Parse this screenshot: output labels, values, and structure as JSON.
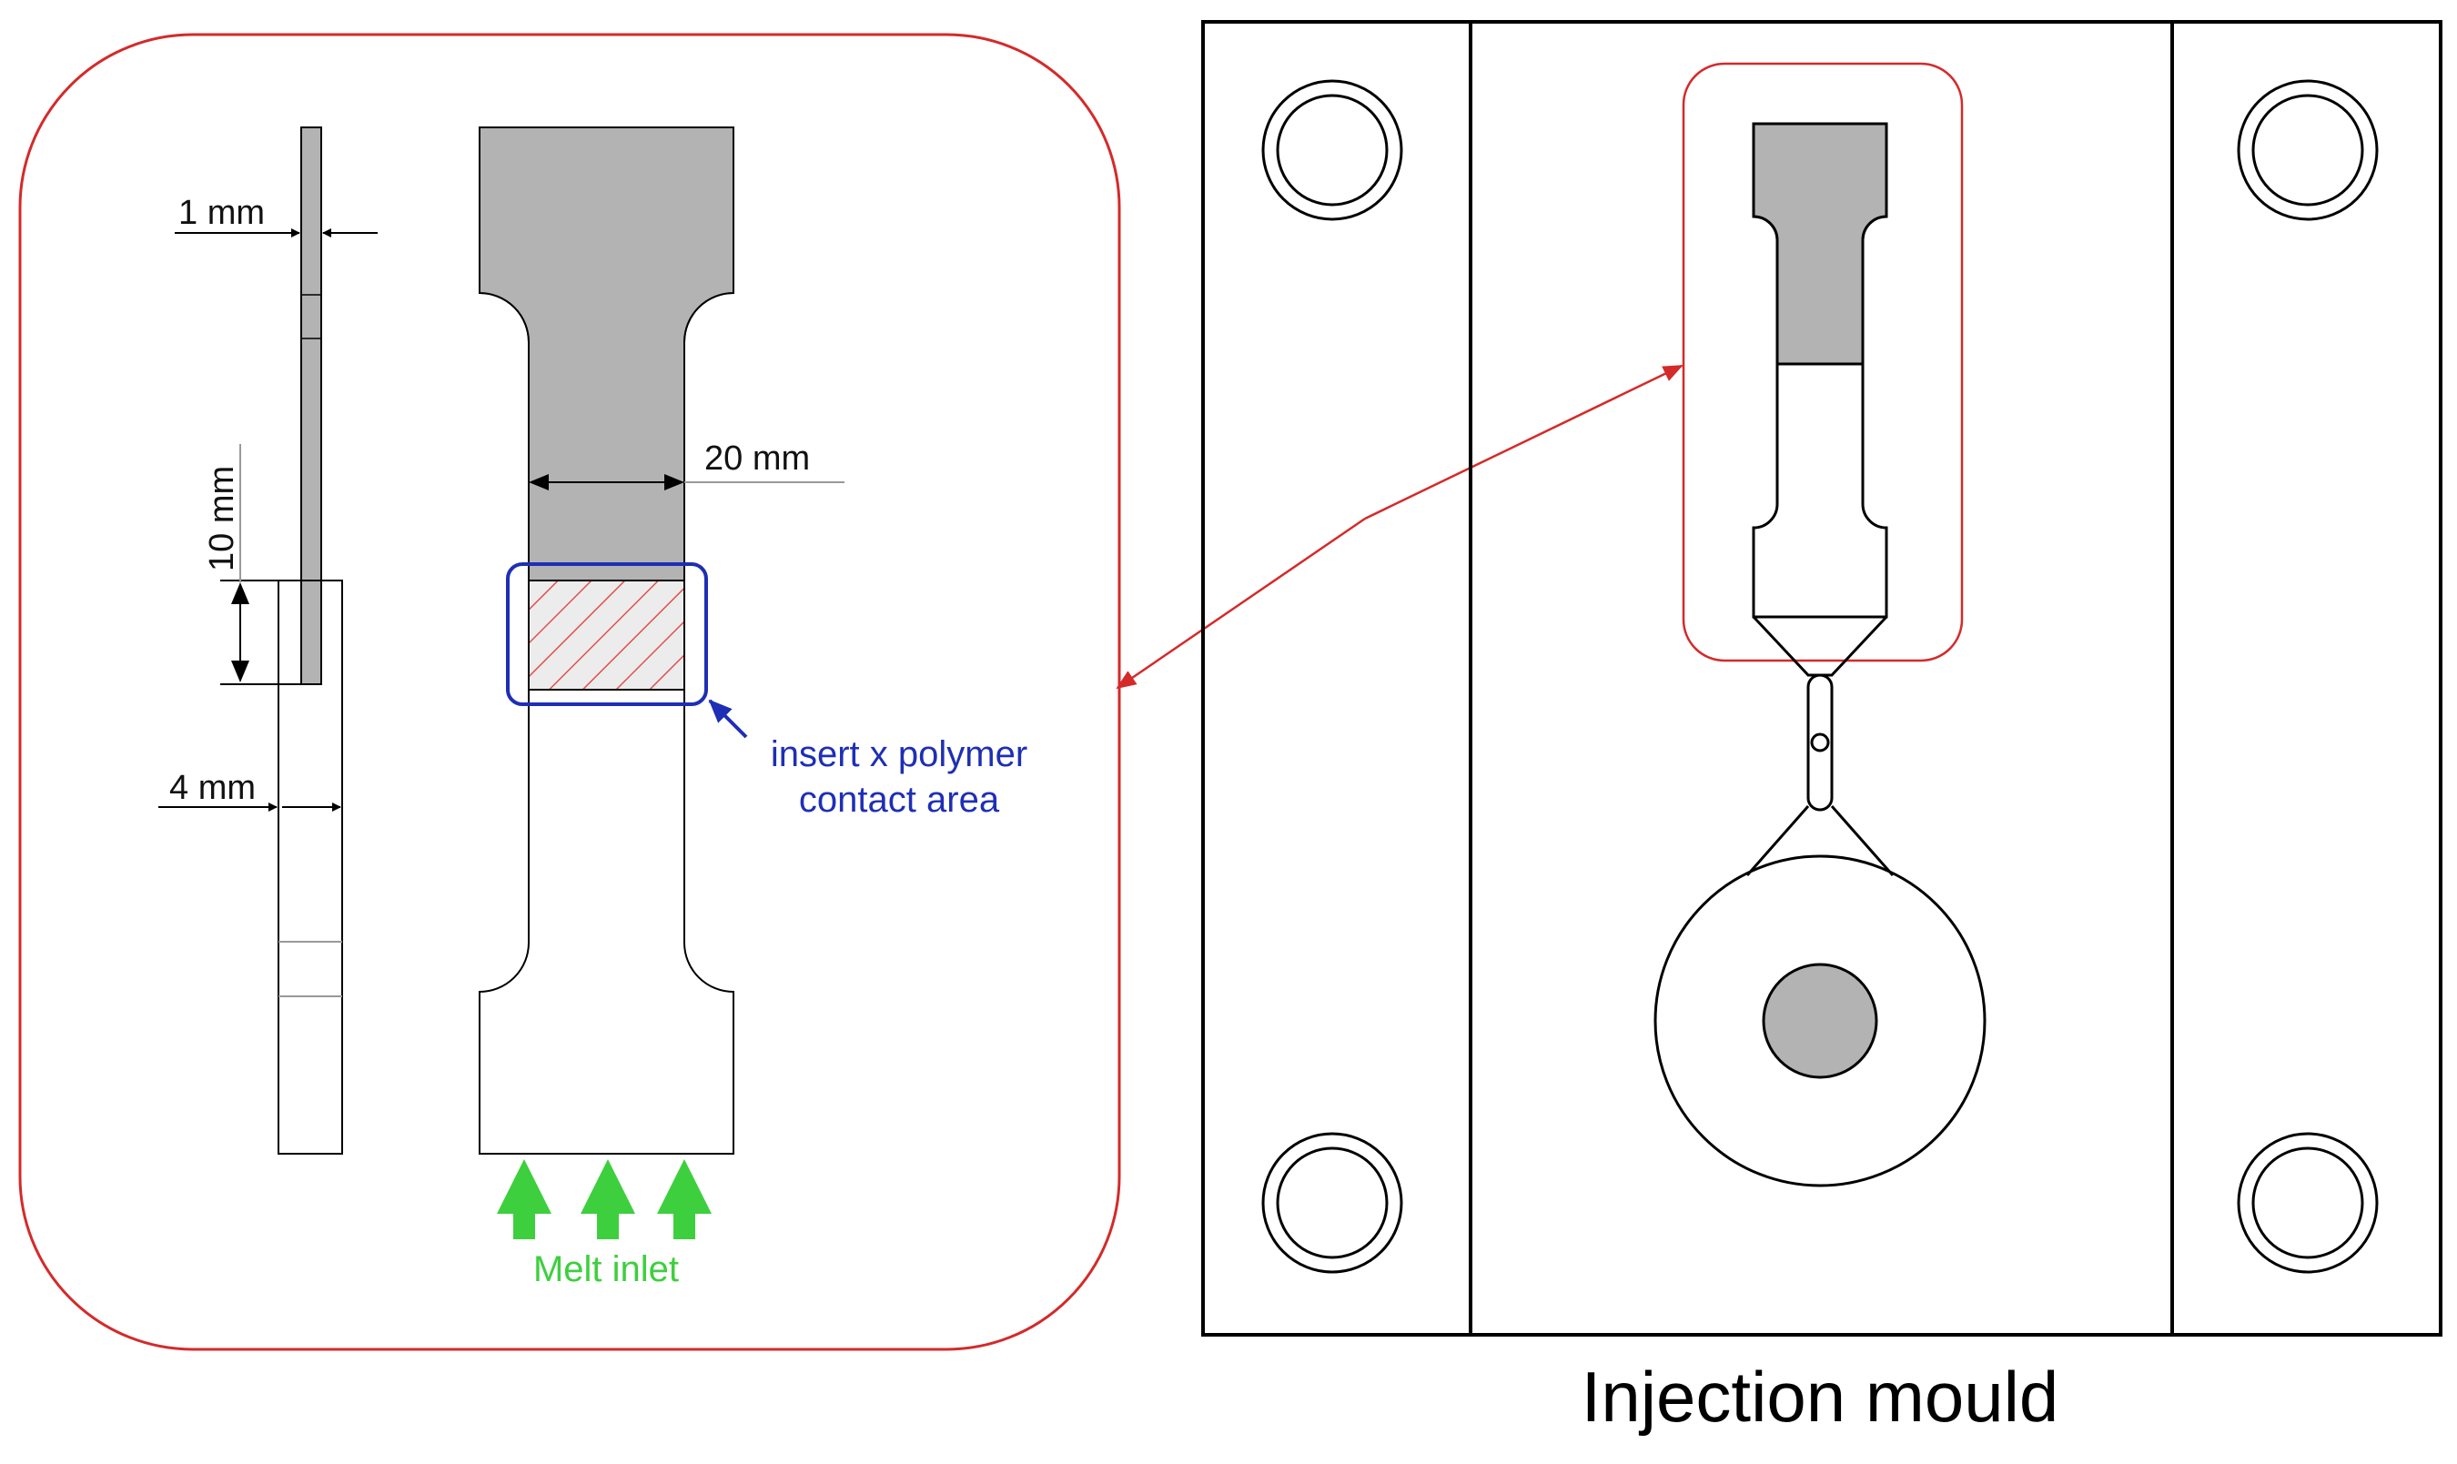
{
  "labels": {
    "thickness_insert": "1 mm",
    "overlap_length": "10 mm",
    "thickness_specimen": "4 mm",
    "width": "20 mm",
    "contact_area_line1": "insert x polymer",
    "contact_area_line2": "contact area",
    "melt_inlet": "Melt inlet",
    "mould_title": "Injection mould"
  },
  "colors": {
    "outline": "#000000",
    "insert_fill": "#b3b3b3",
    "callout_red": "#d42a2a",
    "contact_box_blue": "#1e2fb5",
    "hatch_red": "#e05050",
    "hatch_bg": "#ececec",
    "inlet_green": "#3ecf3e"
  },
  "icons": {
    "inlet_arrow": "up-arrow-icon",
    "guide_pin": "double-circle-icon"
  }
}
